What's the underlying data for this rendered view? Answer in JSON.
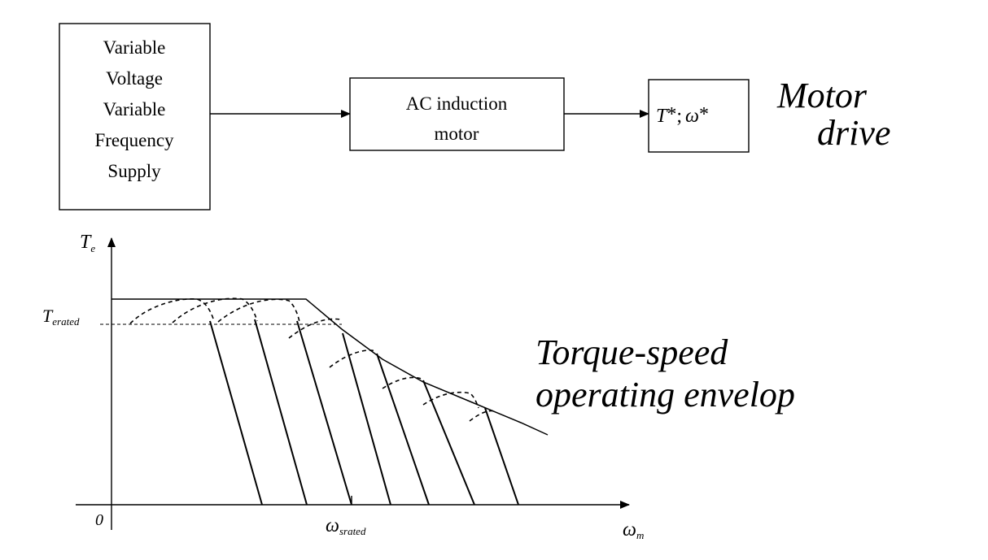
{
  "block_diagram": {
    "supply_box_lines": [
      "Variable",
      "Voltage",
      "Variable",
      "Frequency",
      "Supply"
    ],
    "motor_box_lines": [
      "AC induction",
      "motor"
    ],
    "output_box": {
      "symbol1": "T",
      "star1": "*",
      "separator": ";",
      "symbol2": "ω",
      "star2": "*"
    },
    "caption_lines": [
      "Motor",
      "drive"
    ]
  },
  "plot": {
    "y_axis": {
      "symbol": "T",
      "subscript": "e"
    },
    "x_axis": {
      "symbol": "ω",
      "subscript": "m"
    },
    "origin_label": "0",
    "y_marker": {
      "symbol": "T",
      "subscript": "erated"
    },
    "x_marker": {
      "symbol": "ω",
      "subscript": "srated"
    },
    "caption_lines": [
      "Torque-speed",
      "operating envelop"
    ]
  }
}
